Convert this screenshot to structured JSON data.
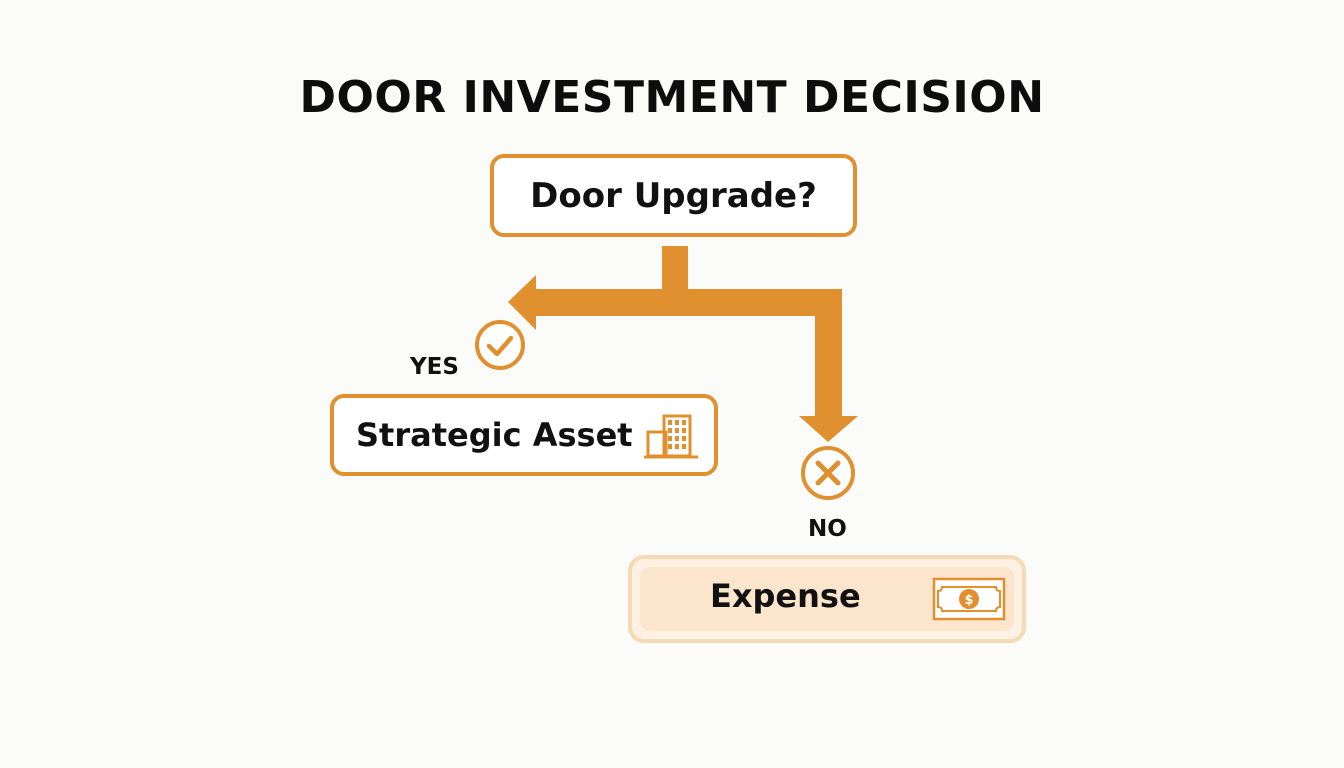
{
  "title": "DOOR INVESTMENT DECISION",
  "decision": {
    "label": "Door Upgrade?"
  },
  "branches": {
    "yes": {
      "label": "YES",
      "icon": "check-circle-icon",
      "outcome": "Strategic Asset",
      "outcome_icon": "building-icon"
    },
    "no": {
      "label": "NO",
      "icon": "x-circle-icon",
      "outcome": "Expense",
      "outcome_icon": "dollar-bill-icon"
    }
  },
  "colors": {
    "accent": "#e0902f",
    "expense_fill": "#fbe5cc",
    "expense_border": "#f6d9b5",
    "text": "#111111"
  }
}
